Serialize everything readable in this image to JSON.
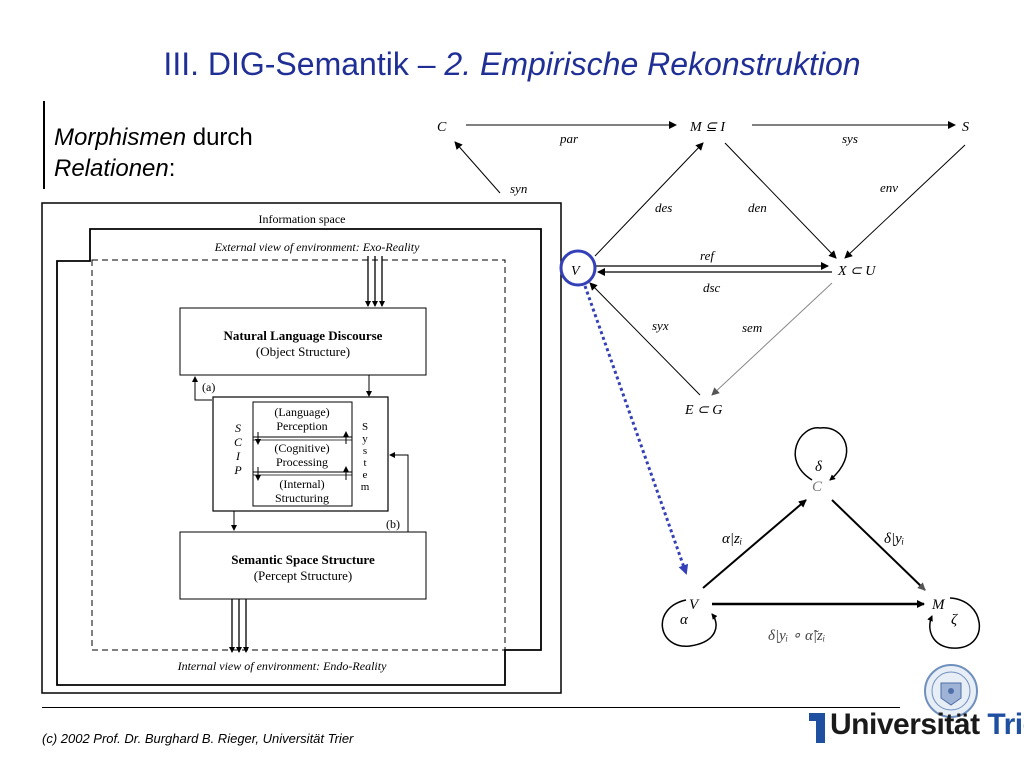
{
  "title": {
    "main": "III. DIG-Semantik – ",
    "italic": "2. Empirische Rekonstruktion"
  },
  "intro": {
    "word1": "Morphismen",
    "word2": " durch",
    "word3": "Relationen",
    "word4": ":"
  },
  "left_diagram": {
    "info_space": "Information space",
    "exo": "External view of environment: Exo-Reality",
    "nld_title": "Natural Language Discourse",
    "nld_sub": "(Object Structure)",
    "label_a": "(a)",
    "scip": [
      "S",
      "C",
      "I",
      "P"
    ],
    "system": [
      "S",
      "y",
      "s",
      "t",
      "e",
      "m"
    ],
    "lang1": "(Language)",
    "lang2": "Perception",
    "cog1": "(Cognitive)",
    "cog2": "Processing",
    "int1": "(Internal)",
    "int2": "Structuring",
    "label_b": "(b)",
    "sss_title": "Semantic Space Structure",
    "sss_sub": "(Percept Structure)",
    "endo": "Internal view of environment: Endo-Reality"
  },
  "top_diagram": {
    "C": "C",
    "M": "M ⊆ I",
    "S": "S",
    "par": "par",
    "sys": "sys",
    "syn": "syn",
    "env": "env",
    "des": "des",
    "den": "den",
    "V": "V",
    "X": "X ⊂ U",
    "ref": "ref",
    "dsc": "dsc",
    "syx": "syx",
    "sem": "sem",
    "E": "E ⊂ G"
  },
  "bottom_diagram": {
    "delta": "δ",
    "C": "C",
    "alpha_z": "α|zᵢ",
    "delta_y": "δ|yᵢ",
    "V": "V",
    "M": "M",
    "alpha": "α",
    "zeta": "ζ",
    "composite": "δ|yᵢ ∘ α̃|zᵢ"
  },
  "footer": "(c) 2002  Prof. Dr. Burghard B. Rieger, Universität Trier",
  "logo": {
    "word1": "Universität",
    "word2": "Trier"
  },
  "colors": {
    "title": "#1f2f96",
    "accent": "#3340b8",
    "logo_blue": "#1f4fa0"
  }
}
